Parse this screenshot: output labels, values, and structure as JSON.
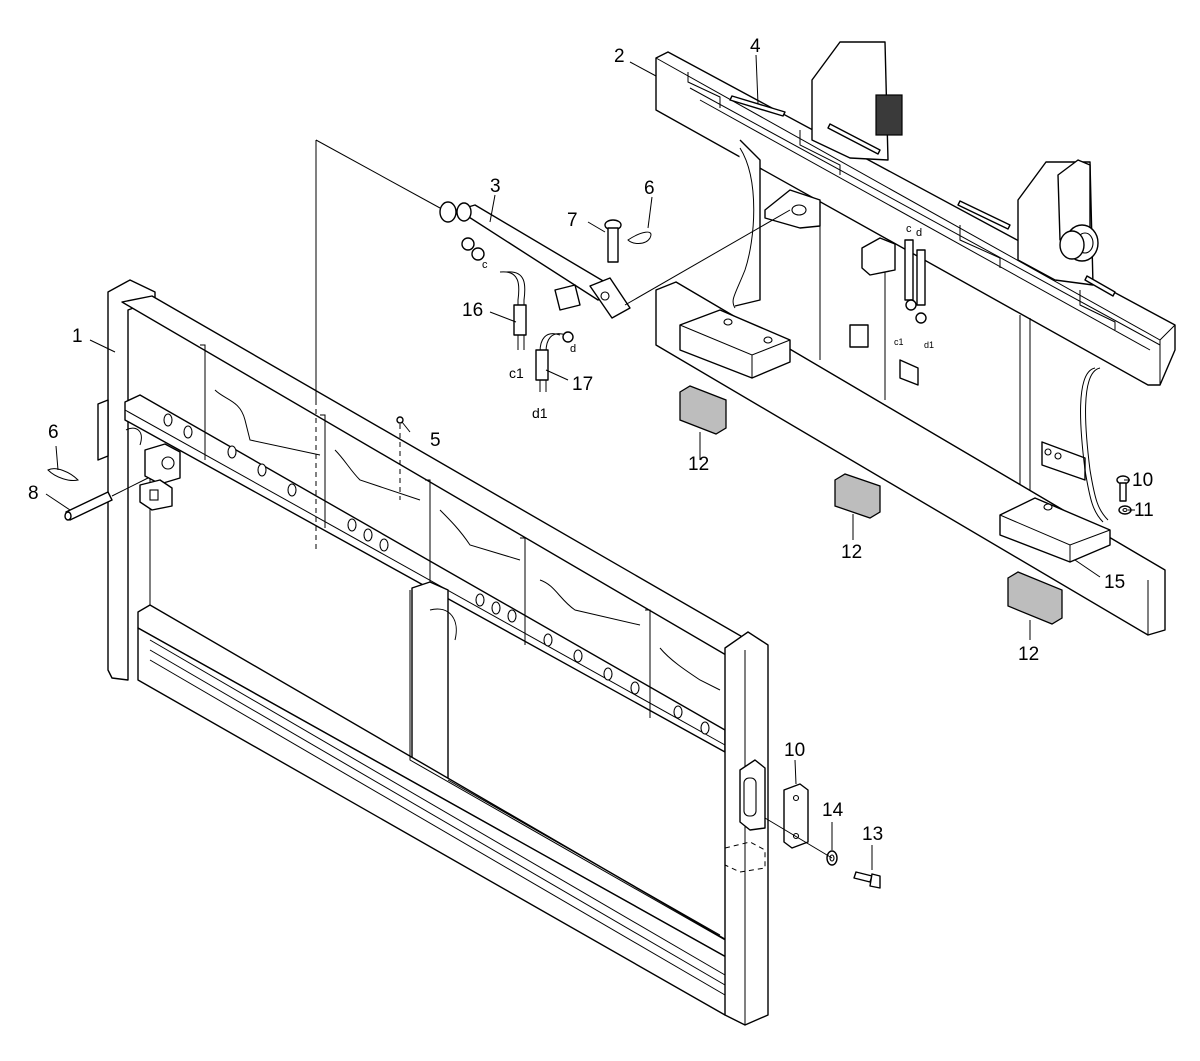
{
  "callouts": [
    {
      "id": "c-1",
      "label": "1"
    },
    {
      "id": "c-2",
      "label": "2"
    },
    {
      "id": "c-3",
      "label": "3"
    },
    {
      "id": "c-4",
      "label": "4"
    },
    {
      "id": "c-5",
      "label": "5"
    },
    {
      "id": "c-6a",
      "label": "6"
    },
    {
      "id": "c-6b",
      "label": "6"
    },
    {
      "id": "c-7",
      "label": "7"
    },
    {
      "id": "c-8",
      "label": "8"
    },
    {
      "id": "c-10a",
      "label": "10"
    },
    {
      "id": "c-10b",
      "label": "10"
    },
    {
      "id": "c-11",
      "label": "11"
    },
    {
      "id": "c-12a",
      "label": "12"
    },
    {
      "id": "c-12b",
      "label": "12"
    },
    {
      "id": "c-12c",
      "label": "12"
    },
    {
      "id": "c-13",
      "label": "13"
    },
    {
      "id": "c-14",
      "label": "14"
    },
    {
      "id": "c-15",
      "label": "15"
    },
    {
      "id": "c-16",
      "label": "16"
    },
    {
      "id": "c-17",
      "label": "17"
    }
  ],
  "connections": {
    "c_hose": "c1",
    "d_hose": "d1",
    "c_port": "c",
    "d_port": "d",
    "c_top": "c",
    "d_top": "d",
    "c1_top": "c1",
    "d1_top": "d1"
  }
}
